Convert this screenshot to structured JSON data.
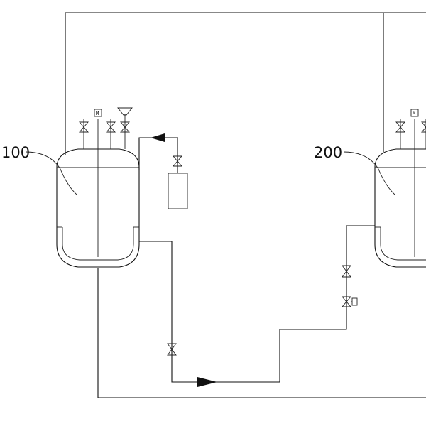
{
  "vessels": [
    {
      "id": "tank-100",
      "label": "100"
    },
    {
      "id": "tank-200",
      "label": "200"
    }
  ],
  "gauges": [
    {
      "id": "gauge-100",
      "text": "M"
    },
    {
      "id": "gauge-200",
      "text": "M"
    }
  ]
}
